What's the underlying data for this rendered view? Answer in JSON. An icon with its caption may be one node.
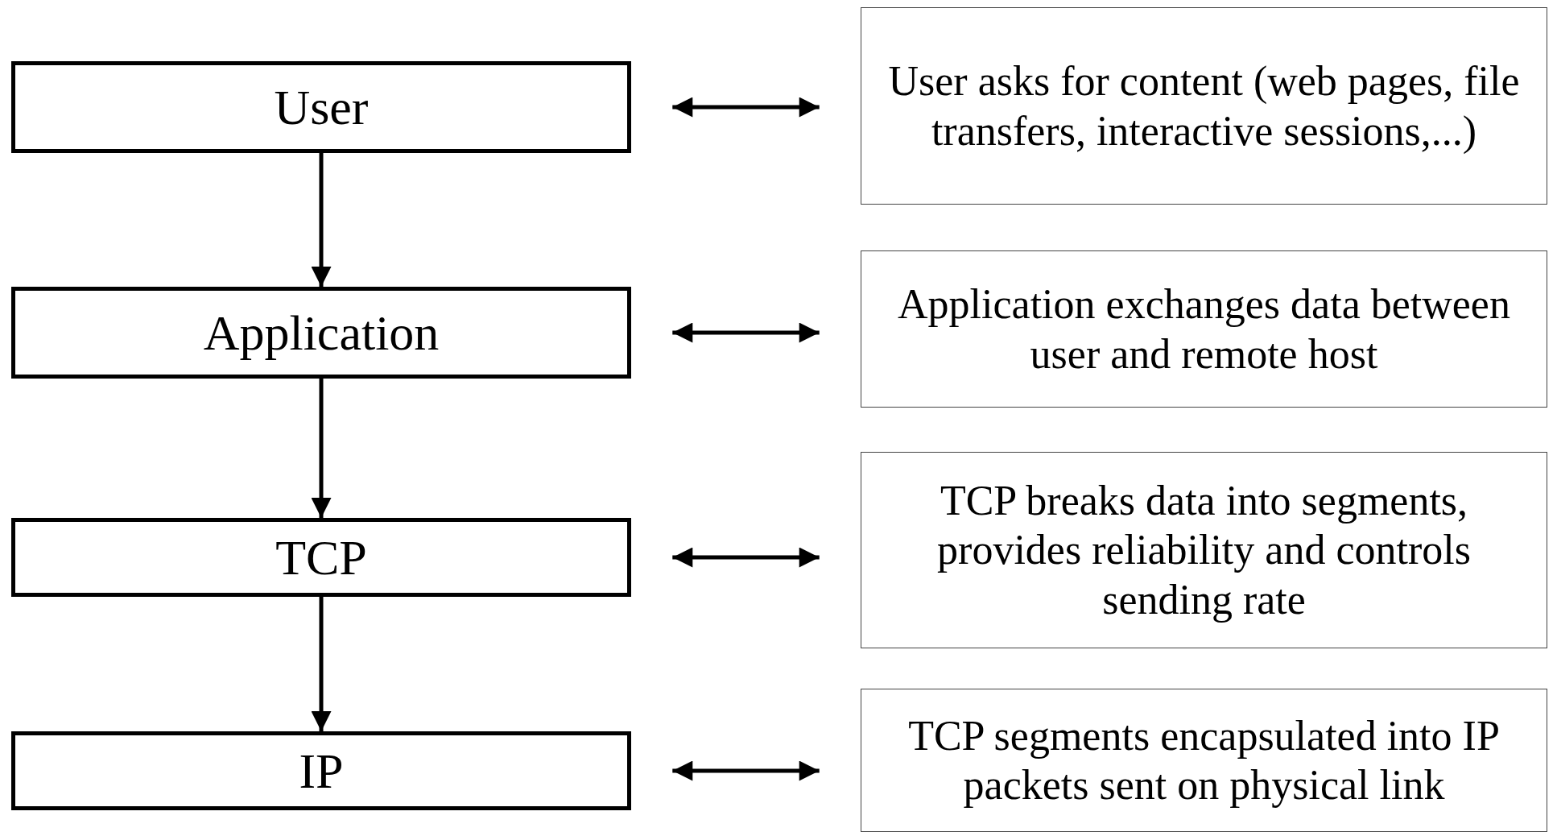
{
  "diagram": {
    "nodes": [
      {
        "text": [
          "User"
        ]
      },
      {
        "text": [
          "Application"
        ]
      },
      {
        "text": [
          "TCP"
        ]
      },
      {
        "text": [
          "IP"
        ]
      },
      {
        "text": [
          "User asks for content (web pages, file transfers, interactive sessions,...)"
        ]
      },
      {
        "text": [
          "Application exchanges data between user and remote host"
        ]
      },
      {
        "text": [
          "TCP breaks data into segments, provides reliability and controls sending rate"
        ]
      },
      {
        "text": [
          "TCP segments encapsulated into IP packets sent on physical link"
        ]
      }
    ],
    "edges": [
      {
        "from": 0,
        "to": 1,
        "arrow": "to"
      },
      {
        "from": 1,
        "to": 2,
        "arrow": "to"
      },
      {
        "from": 2,
        "to": 3,
        "arrow": "to"
      },
      {
        "from": 0,
        "to": 4,
        "arrow": "both"
      },
      {
        "from": 1,
        "to": 5,
        "arrow": "both"
      },
      {
        "from": 2,
        "to": 6,
        "arrow": "both"
      },
      {
        "from": 3,
        "to": 7,
        "arrow": "both"
      }
    ]
  }
}
